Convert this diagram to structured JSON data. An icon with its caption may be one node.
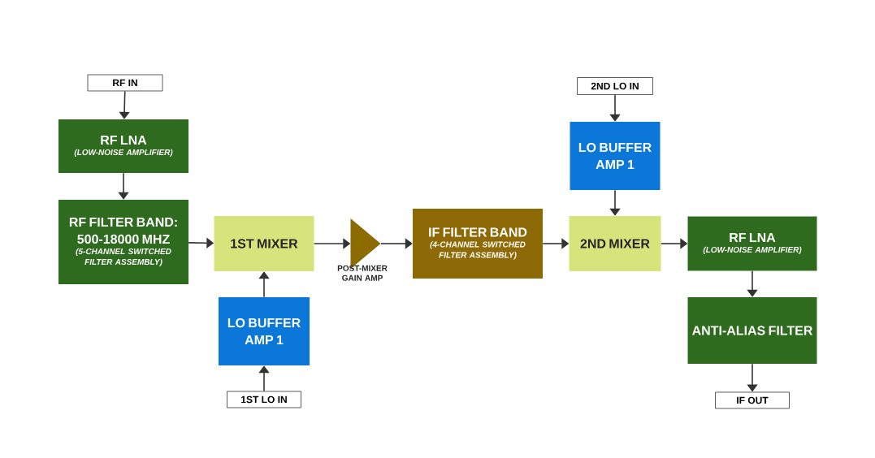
{
  "diagram": {
    "nodes": [
      {
        "text": [
          "RF IN"
        ]
      },
      {
        "text": [
          "RF LNA",
          "(LOW-NOISE AMPLIFIER)"
        ]
      },
      {
        "text": [
          "RF FILTER BAND: 500-18000 MHZ",
          "(5-CHANNEL SWITCHED FILTER ASSEMBLY)"
        ]
      },
      {
        "text": [
          "1ST MIXER"
        ]
      },
      {
        "text": [
          "POST-MIXER GAIN AMP"
        ]
      },
      {
        "text": [
          "LO BUFFER AMP 1"
        ]
      },
      {
        "text": [
          "1ST LO IN"
        ]
      },
      {
        "text": [
          "IF FILTER BAND",
          "(4-CHANNEL SWITCHED FILTER ASSEMBLY)"
        ]
      },
      {
        "text": [
          "2ND LO IN"
        ]
      },
      {
        "text": [
          "LO BUFFER AMP 1"
        ]
      },
      {
        "text": [
          "2ND MIXER"
        ]
      },
      {
        "text": [
          "RF LNA",
          "(LOW-NOISE AMPLIFIER)"
        ]
      },
      {
        "text": [
          "ANTI-ALIAS FILTER"
        ]
      },
      {
        "text": [
          "IF OUT"
        ]
      }
    ],
    "edges": [
      {
        "from": 0,
        "to": 1,
        "arrow": "to"
      },
      {
        "from": 1,
        "to": 2,
        "arrow": "to"
      },
      {
        "from": 2,
        "to": 3,
        "arrow": "to"
      },
      {
        "from": 3,
        "to": 4,
        "arrow": "to"
      },
      {
        "from": 6,
        "to": 5,
        "arrow": "to"
      },
      {
        "from": 5,
        "to": 3,
        "arrow": "to"
      },
      {
        "from": 4,
        "to": 7,
        "arrow": "to"
      },
      {
        "from": 7,
        "to": 10,
        "arrow": "to"
      },
      {
        "from": 8,
        "to": 9,
        "arrow": "to"
      },
      {
        "from": 9,
        "to": 10,
        "arrow": "to"
      },
      {
        "from": 10,
        "to": 11,
        "arrow": "to"
      },
      {
        "from": 11,
        "to": 12,
        "arrow": "to"
      },
      {
        "from": 12,
        "to": 13,
        "arrow": "to"
      }
    ]
  }
}
